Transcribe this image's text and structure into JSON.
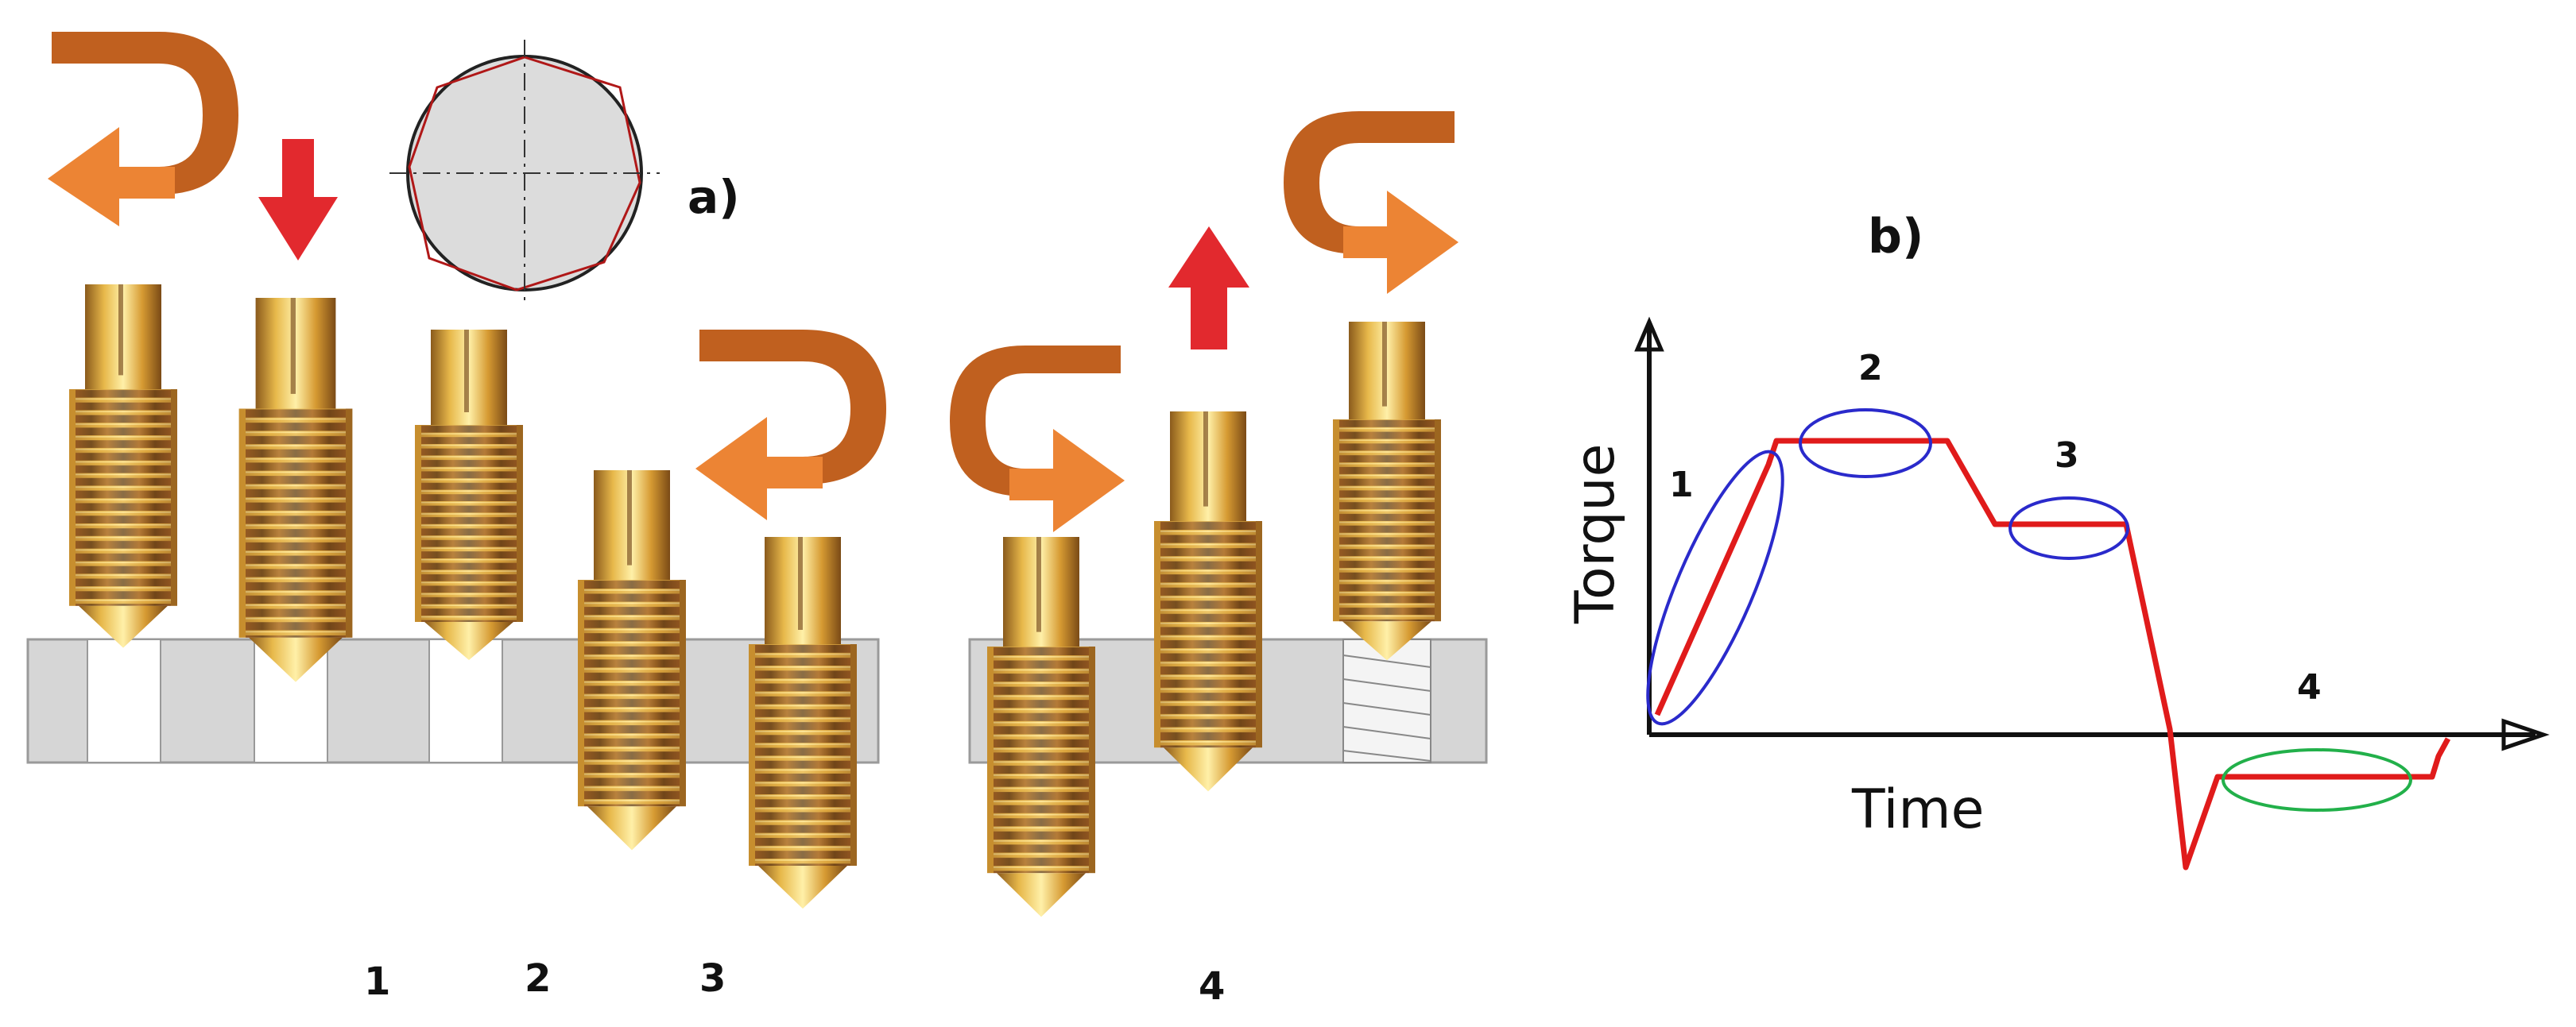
{
  "panel_a": {
    "label": "a)",
    "step_labels": [
      "1",
      "2",
      "3",
      "4"
    ]
  },
  "panel_b": {
    "label": "b)",
    "ylabel": "Torque",
    "xlabel": "Time",
    "phase_labels": [
      "1",
      "2",
      "3",
      "4"
    ]
  },
  "icons": {
    "rotate_ccw": "rotate-counterclockwise-arrow-icon",
    "rotate_cw": "rotate-clockwise-arrow-icon",
    "push_down": "down-arrow-icon",
    "pull_up": "up-arrow-icon"
  },
  "colors": {
    "rotation_arrow": "#e97a2e",
    "rotation_arrow_dark": "#b85d20",
    "push_arrow": "#e2292e",
    "screw_gold": "#d9a63a",
    "screw_dark": "#7a4a1d",
    "bone_gray": "#d6d6d6",
    "torque_curve": "#e01b1b",
    "phase_ellipse_blue": "#2a2acb",
    "phase_ellipse_green": "#22b04a"
  }
}
